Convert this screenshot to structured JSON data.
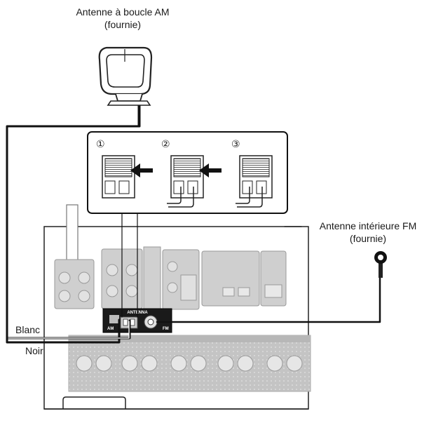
{
  "labels": {
    "am_antenna": [
      "Antenne à boucle AM",
      "(fournie)"
    ],
    "fm_antenna": [
      "Antenne intérieure FM",
      "(fournie)"
    ],
    "white_wire": "Blanc",
    "black_wire": "Noir"
  },
  "steps": [
    "①",
    "②",
    "③"
  ],
  "panel": {
    "title": "ANTENNA",
    "am": "AM",
    "fm": "FM"
  },
  "colors": {
    "line": "#111111",
    "panel_bg": "#1a1a1a",
    "receiver_gray": "#b9b9b9"
  }
}
